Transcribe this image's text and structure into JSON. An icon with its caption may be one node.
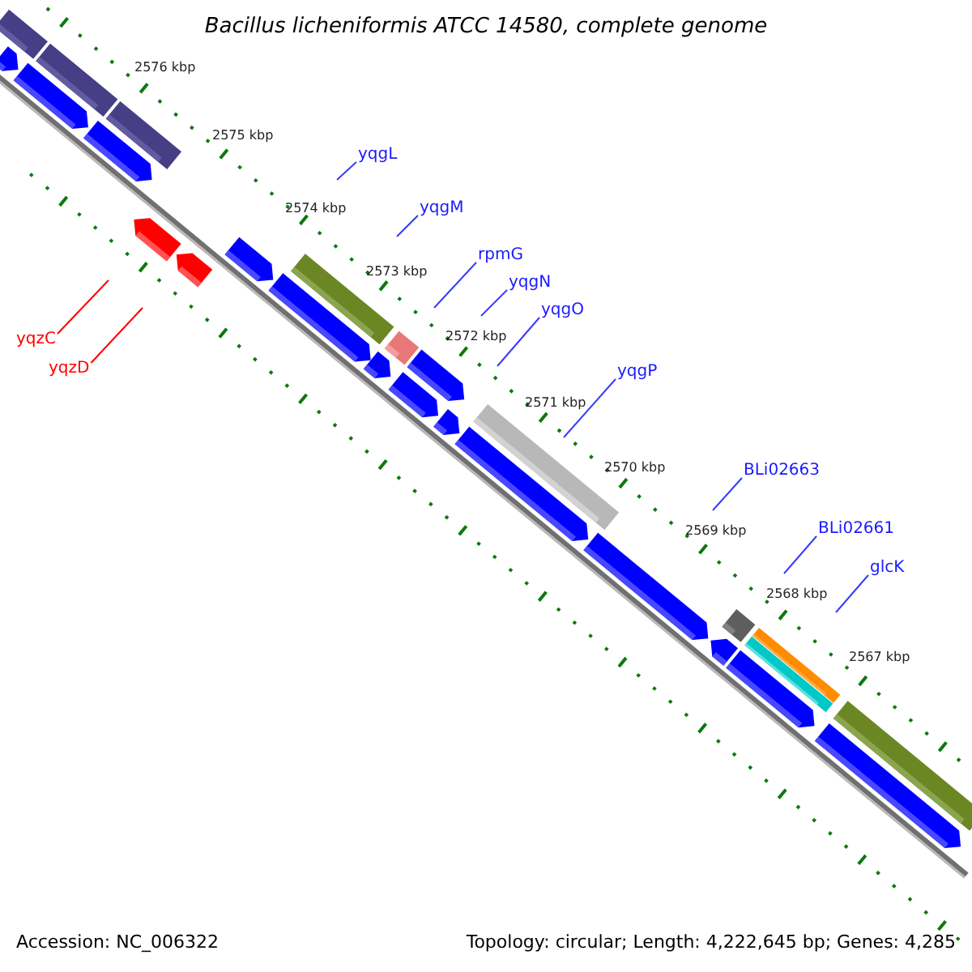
{
  "diagram": {
    "title": "Bacillus licheniformis ATCC 14580, complete genome",
    "nodes": [
      {
        "text": [
          "yqgL"
        ]
      },
      {
        "text": [
          "yqgM"
        ]
      },
      {
        "text": [
          "rpmG"
        ]
      },
      {
        "text": [
          "yqgN"
        ]
      },
      {
        "text": [
          "yqgO"
        ]
      },
      {
        "text": [
          "yqzC"
        ]
      },
      {
        "text": [
          "yqzD"
        ]
      },
      {
        "text": [
          "yqgP"
        ]
      },
      {
        "text": [
          "BLi02663"
        ]
      },
      {
        "text": [
          "BLi02661"
        ]
      },
      {
        "text": [
          "glcK"
        ]
      }
    ],
    "edges": [
      {
        "from": 0,
        "to": null,
        "arrow": "none"
      },
      {
        "from": 1,
        "to": null,
        "arrow": "none"
      },
      {
        "from": 2,
        "to": null,
        "arrow": "none"
      },
      {
        "from": 3,
        "to": null,
        "arrow": "none"
      },
      {
        "from": 4,
        "to": null,
        "arrow": "none"
      },
      {
        "from": 5,
        "to": null,
        "arrow": "none",
        "color": "#ff0000"
      },
      {
        "from": 6,
        "to": null,
        "arrow": "none",
        "color": "#ff0000"
      },
      {
        "from": 7,
        "to": null,
        "arrow": "none"
      },
      {
        "from": 8,
        "to": null,
        "arrow": "none"
      },
      {
        "from": 9,
        "to": null,
        "arrow": "none"
      },
      {
        "from": 10,
        "to": null,
        "arrow": "none"
      }
    ],
    "labels": [
      "2576 kbp",
      "2575 kbp",
      "2574 kbp",
      "2573 kbp",
      "2572 kbp",
      "2571 kbp",
      "2570 kbp",
      "2569 kbp",
      "2568 kbp",
      "2567 kbp",
      "Accession: NC_006322",
      "Topology: circular; Length: 4,222,645 bp; Genes: 4,285"
    ]
  }
}
